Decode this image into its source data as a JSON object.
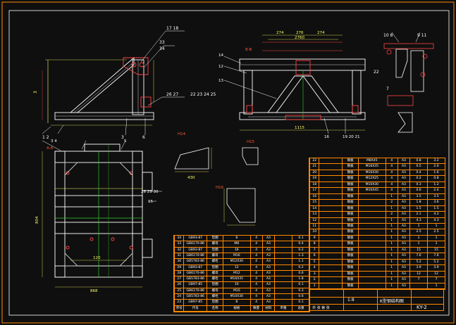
{
  "drawing": {
    "number": "KY-2",
    "title_label": "K型钢结构图",
    "scale_label": "1:8",
    "sheet_label": "共 张 第 张"
  },
  "labels": {
    "section_aa": "A-A",
    "section_bb": "B-B",
    "detail_h15": "H15",
    "detail_h16": "H16",
    "detail_h14": "H14",
    "dim_274": "274",
    "dim_276": "276",
    "dim_2760": "2760",
    "dim_1115": "1115",
    "dim_804": "804",
    "dim_430": "430",
    "dim_868": "868",
    "dim_3": "3",
    "dim_120": "120"
  },
  "callouts_top_left": [
    "17",
    "18",
    "33",
    "34",
    "26",
    "27",
    "22",
    "23",
    "24",
    "25",
    "1",
    "2",
    "3",
    "4",
    "5",
    "6"
  ],
  "callouts_top_right": [
    "10",
    "8",
    "9",
    "11",
    "22",
    "7",
    "14",
    "12",
    "13",
    "15",
    "16",
    "19",
    "20",
    "21",
    "28",
    "29",
    "30"
  ],
  "parts_table_upper": {
    "rows": [
      [
        "22",
        "",
        "钢板",
        "M8X45",
        "4",
        "A3",
        "0.8",
        "3.2"
      ],
      [
        "21",
        "",
        "钢板",
        "M16X35",
        "4",
        "A3",
        "0.5",
        "2.0"
      ],
      [
        "20",
        "",
        "钢板",
        "M16X30",
        "4",
        "A3",
        "0.4",
        "1.6"
      ],
      [
        "19",
        "",
        "钢板",
        "M12X25",
        "4",
        "A3",
        "0.2",
        "0.8"
      ],
      [
        "18",
        "",
        "钢板",
        "M10X30",
        "4",
        "A3",
        "0.3",
        "1.2"
      ],
      [
        "17",
        "",
        "钢板",
        "M16X45",
        "4",
        "A3",
        "0.6",
        "2.4"
      ],
      [
        "16",
        "",
        "钢板",
        "",
        "1",
        "A3",
        "3.5",
        "3.5"
      ],
      [
        "15",
        "",
        "钢板",
        "",
        "2",
        "A3",
        "1.8",
        "3.6"
      ],
      [
        "14",
        "",
        "钢板",
        "",
        "1",
        "A3",
        "1.5",
        "1.5"
      ],
      [
        "13",
        "",
        "钢板",
        "",
        "2",
        "A3",
        "2.1",
        "4.2"
      ],
      [
        "12",
        "",
        "钢板",
        "",
        "1",
        "A3",
        "4.3",
        "4.3"
      ],
      [
        "11",
        "",
        "钢板",
        "",
        "1",
        "A3",
        "1",
        "1"
      ],
      [
        "10",
        "",
        "钢板",
        "",
        "1",
        "A3",
        "2.5",
        "2.5"
      ],
      [
        "9",
        "",
        "钢板",
        "",
        "1",
        "A3",
        "1",
        "1"
      ],
      [
        "8",
        "",
        "钢板",
        "",
        "1",
        "A3",
        "1",
        "1"
      ],
      [
        "7",
        "",
        "钢板",
        "",
        "1",
        "A3",
        "15",
        "15"
      ],
      [
        "6",
        "",
        "钢板",
        "",
        "1",
        "A3",
        "7.6",
        "7.6"
      ],
      [
        "5",
        "",
        "钢板",
        "",
        "1",
        "A3",
        "5.2",
        "5.2"
      ],
      [
        "4",
        "",
        "钢板",
        "",
        "1",
        "A3",
        "3.9",
        "3.9"
      ],
      [
        "3",
        "",
        "钢板",
        "",
        "1",
        "A3",
        "12",
        "12"
      ],
      [
        "2",
        "",
        "钢板",
        "",
        "1",
        "A3",
        "7",
        "7"
      ],
      [
        "1",
        "",
        "钢板",
        "",
        "1",
        "A3",
        "",
        "1"
      ]
    ]
  },
  "parts_table_lower": {
    "rows": [
      [
        "34",
        "GB93-87",
        "垫圈",
        "8",
        "4",
        "A3",
        "",
        "0.1"
      ],
      [
        "33",
        "GB6170-86",
        "螺母",
        "M8",
        "4",
        "A3",
        "",
        "0.4"
      ],
      [
        "32",
        "GB93-87",
        "垫圈",
        "16",
        "4",
        "A3",
        "",
        "0.2"
      ],
      [
        "31",
        "GB6170-86",
        "螺母",
        "M16",
        "4",
        "A3",
        "",
        "1.3"
      ],
      [
        "30",
        "GB5783-86",
        "螺栓",
        "M12X30",
        "4",
        "A3",
        "",
        "1.1"
      ],
      [
        "29",
        "GB93-87",
        "垫圈",
        "12",
        "4",
        "A3",
        "",
        "0.2"
      ],
      [
        "28",
        "GB6170-86",
        "螺母",
        "M12",
        "4",
        "A3",
        "",
        "0.6"
      ],
      [
        "27",
        "GB5783-86",
        "螺栓",
        "M16X35",
        "4",
        "A3",
        "",
        "1.8"
      ],
      [
        "26",
        "GB97-85",
        "垫圈",
        "10",
        "4",
        "A3",
        "",
        "0.1"
      ],
      [
        "25",
        "GB6170-86",
        "螺母",
        "M10",
        "4",
        "A3",
        "",
        "0.3"
      ],
      [
        "24",
        "GB5783-86",
        "螺栓",
        "M10X30",
        "4",
        "A3",
        "",
        "0.6"
      ],
      [
        "23",
        "GB97-85",
        "垫圈",
        "8",
        "4",
        "A3",
        "",
        "0.1"
      ]
    ],
    "header": [
      "序号",
      "代号",
      "名称",
      "规格",
      "数量",
      "材料",
      "单重",
      "总重"
    ]
  }
}
